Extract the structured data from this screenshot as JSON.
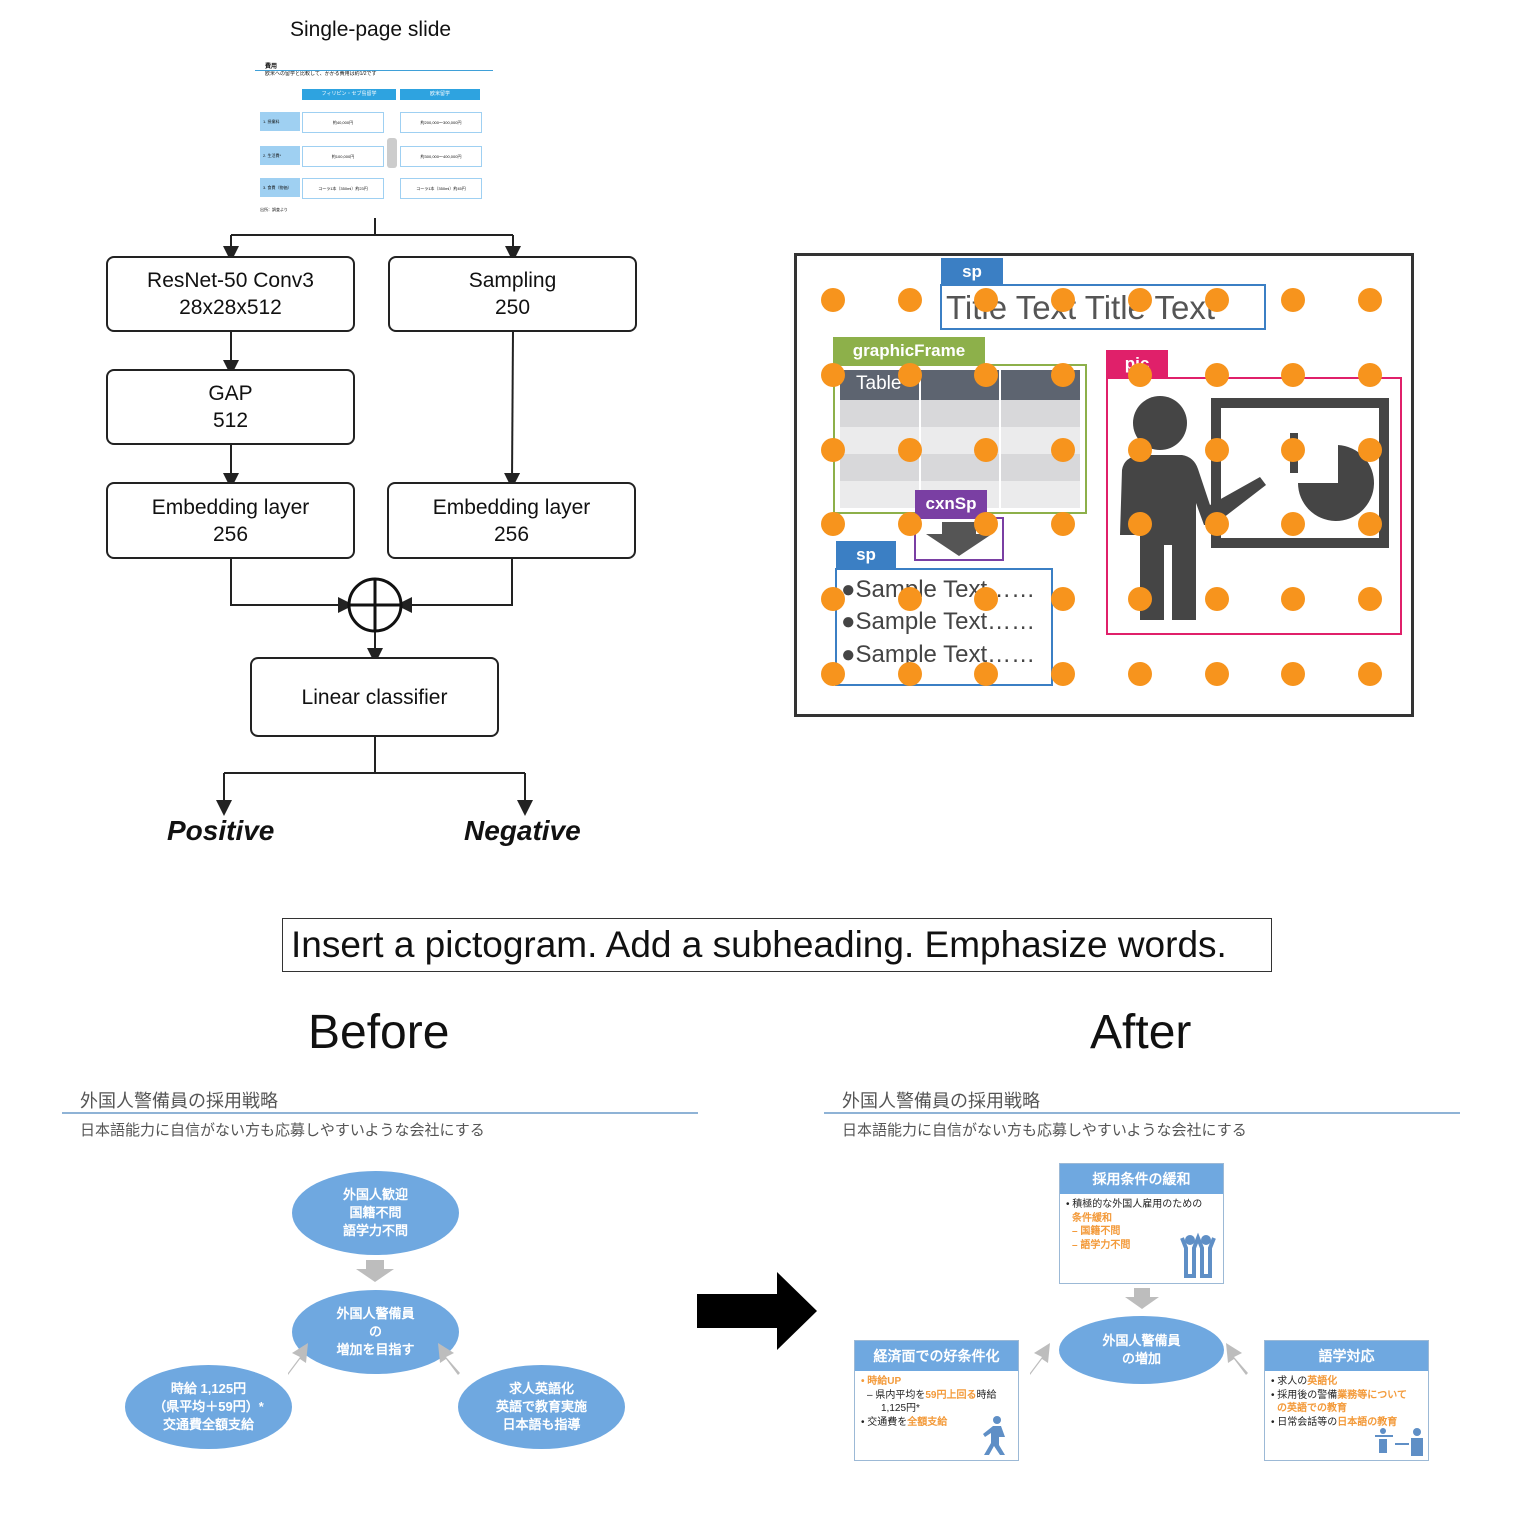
{
  "flowchart": {
    "slide_caption": "Single-page slide",
    "thumb": {
      "title": "費用",
      "subtitle": "欧米への留学と比較して、かかる費用は約1/2です",
      "col1": "フィリピン・セブ島留学",
      "col2": "欧米留学",
      "rows": [
        {
          "label": "1. 授業料",
          "v1": "約40,000円",
          "v2": "約200,000〜300,000円"
        },
        {
          "label": "2. 生活費*",
          "v1": "約100,000円",
          "v2": "約300,000〜400,000円"
        },
        {
          "label": "3. 食費（物価）",
          "v1": "コーラ1本（350ml）約23円",
          "v2": "コーラ1本（350ml）約45円"
        }
      ],
      "footnote": "出所：調査より"
    },
    "boxes": {
      "resnet": {
        "line1": "ResNet-50 Conv3",
        "line2": "28x28x512"
      },
      "sampling": {
        "line1": "Sampling",
        "line2": "250"
      },
      "gap": {
        "line1": "GAP",
        "line2": "512"
      },
      "emb_left": {
        "line1": "Embedding layer",
        "line2": "256"
      },
      "emb_right": {
        "line1": "Embedding layer",
        "line2": "256"
      },
      "classifier": {
        "line1": "Linear classifier"
      }
    },
    "outputs": {
      "positive": "Positive",
      "negative": "Negative"
    }
  },
  "shape_diagram": {
    "tags": {
      "sp_top": "sp",
      "graphic_frame": "graphicFrame",
      "pic": "pic",
      "cxnsp": "cxnSp",
      "sp_bottom": "sp"
    },
    "title_text": "Title Text Title Text",
    "table_label": "Table",
    "bullets": [
      "●Sample Text……",
      "●Sample Text……",
      "●Sample Text……"
    ],
    "colors": {
      "sp": "#3b7fc4",
      "graphic_frame": "#8db04a",
      "pic": "#e0206a",
      "cxnsp": "#7a3fa3",
      "dot": "#f7941d"
    }
  },
  "instruction": "Insert a pictogram. Add a subheading. Emphasize words.",
  "before": {
    "heading": "Before",
    "slide_title": "外国人警備員の採用戦略",
    "slide_subtitle": "日本語能力に自信がない方も応募しやすいような会社にする",
    "ellipses": {
      "top": [
        "外国人歓迎",
        "国籍不問",
        "語学力不問"
      ],
      "center": [
        "外国人警備員",
        "の",
        "増加を目指す"
      ],
      "left": [
        "時給 1,125円",
        "（県平均＋59円）*",
        "交通費全額支給"
      ],
      "right": [
        "求人英語化",
        "英語で教育実施",
        "日本語も指導"
      ]
    }
  },
  "after": {
    "heading": "After",
    "slide_title": "外国人警備員の採用戦略",
    "slide_subtitle": "日本語能力に自信がない方も応募しやすいような会社にする",
    "center": [
      "外国人警備員",
      "の増加"
    ],
    "cards": {
      "top": {
        "title": "採用条件の緩和",
        "l1": "• 積極的な外国人雇用のための",
        "l2": "条件緩和",
        "l3": "– 国籍不問",
        "l4": "– 語学力不問"
      },
      "left": {
        "title": "経済面での好条件化",
        "l1": "• 時給UP",
        "l2a": "– 県内平均を",
        "l2b": "59円上回る",
        "l2c": "時給",
        "l3": "1,125円*",
        "l4a": "• 交通費を",
        "l4b": "全額支給"
      },
      "right": {
        "title": "語学対応",
        "l1a": "• 求人の",
        "l1b": "英語化",
        "l2a": "• 採用後の警備",
        "l2b": "業務等について",
        "l3": "の英語での教育",
        "l4a": "• 日常会話等の",
        "l4b": "日本語の教育"
      }
    }
  }
}
